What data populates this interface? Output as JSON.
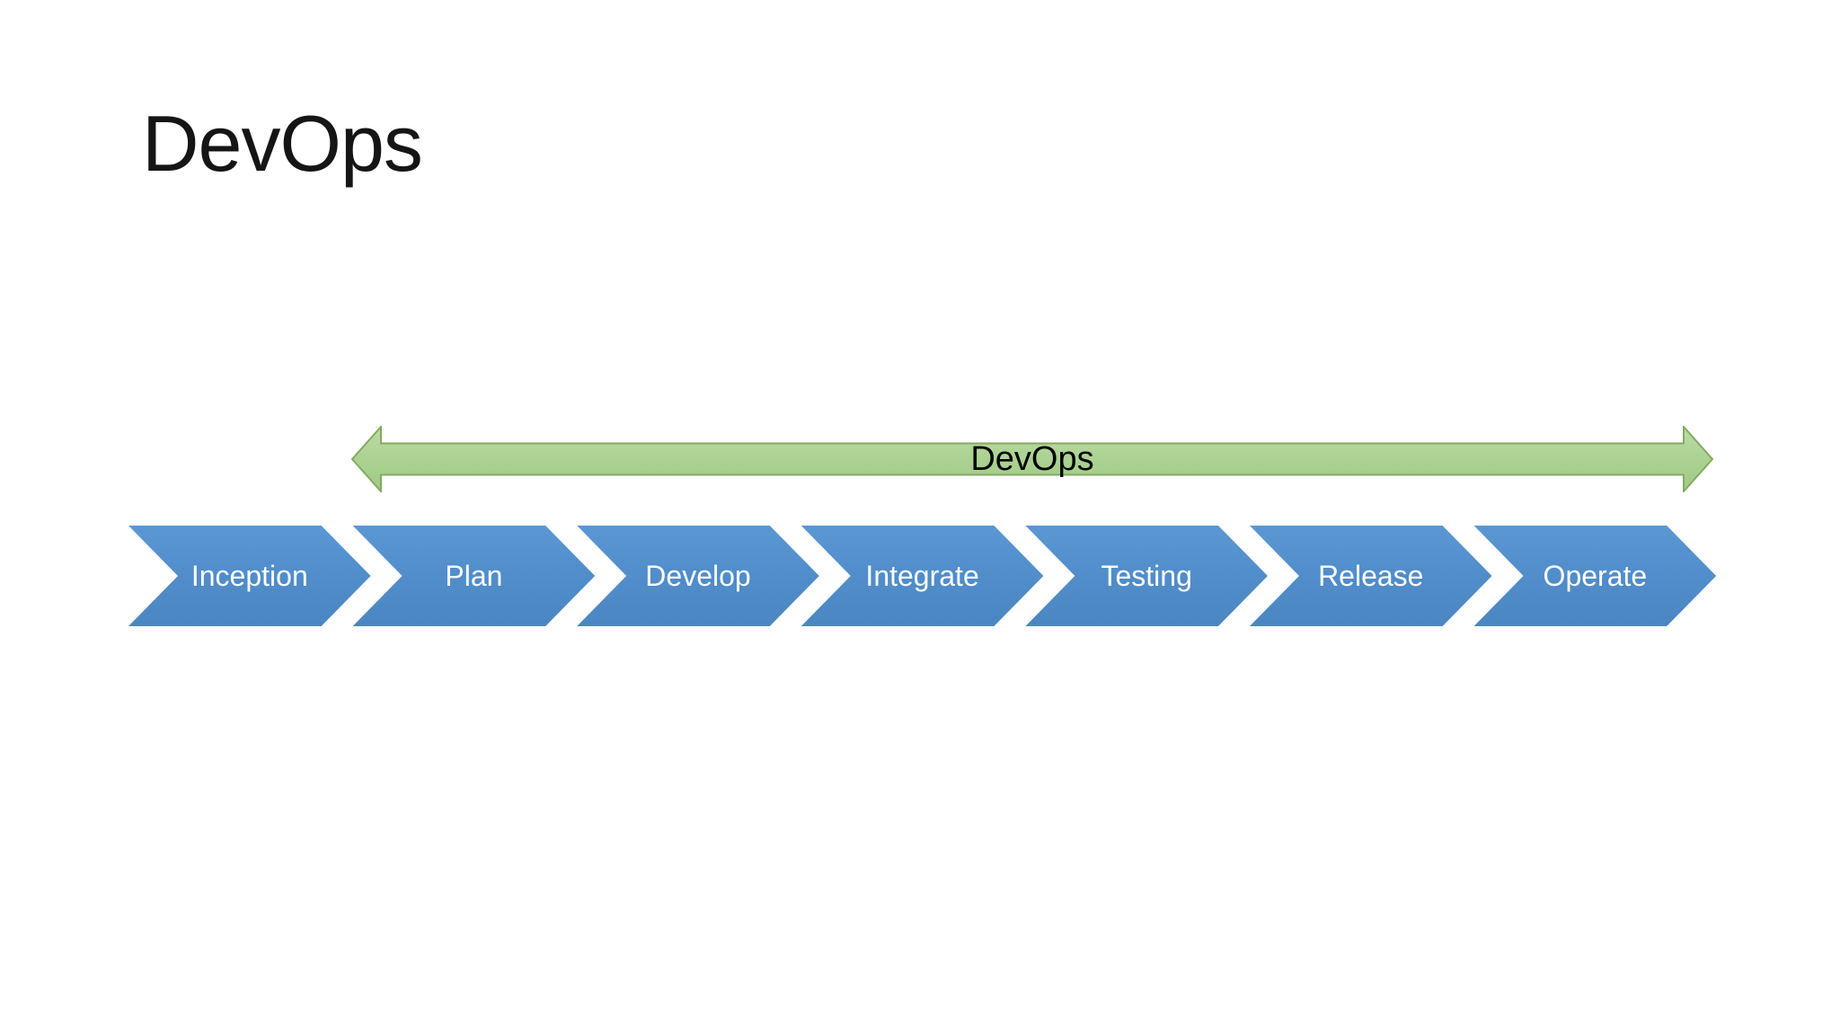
{
  "slide": {
    "title": "DevOps",
    "span_arrow": {
      "label": "DevOps",
      "fill_top": "#bcdca6",
      "fill_bottom": "#a0ca84",
      "border": "#84aa62",
      "label_color": "#000000"
    },
    "process": {
      "stages": [
        "Inception",
        "Plan",
        "Develop",
        "Integrate",
        "Testing",
        "Release",
        "Operate"
      ],
      "stage_fill": "#4f8bc8",
      "stage_text_color": "#ffffff"
    }
  }
}
